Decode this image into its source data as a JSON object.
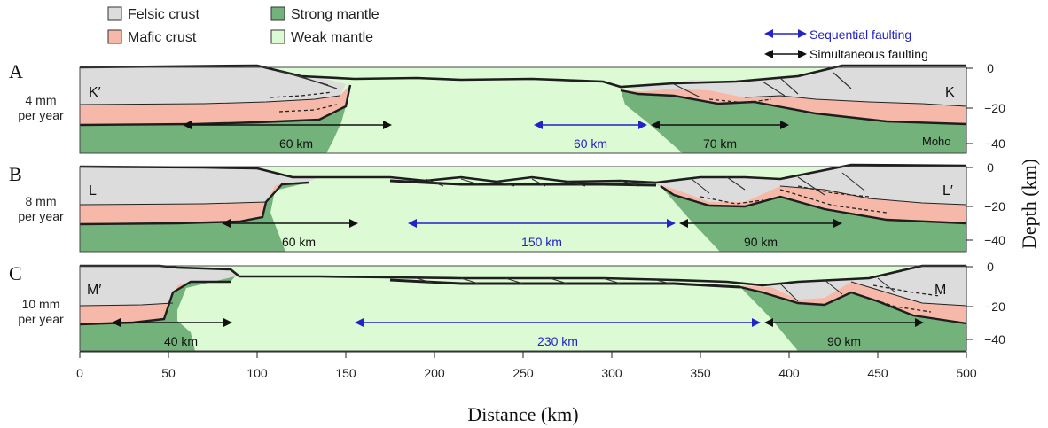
{
  "legend": {
    "felsic": "Felsic crust",
    "mafic": "Mafic crust",
    "strong": "Strong mantle",
    "weak": "Weak mantle",
    "sequential": "Sequential faulting",
    "simultaneous": "Simultaneous faulting"
  },
  "colors": {
    "felsic": "#dcdcdc",
    "mafic": "#f6b8a8",
    "strong": "#73b27a",
    "weak": "#dcfad4",
    "sequential_arrow": "#2323c8",
    "simultaneous_arrow": "#111111",
    "dark_band": "#1e1e1e"
  },
  "panels": [
    {
      "letter": "A",
      "rate": [
        "4 mm",
        "per year"
      ],
      "left_label": "K′",
      "right_label": "K",
      "moho_label": "Moho",
      "measures": [
        {
          "text": "60 km",
          "from": 58,
          "to": 176,
          "kind": "simultaneous"
        },
        {
          "text": "60 km",
          "from": 256,
          "to": 320,
          "kind": "sequential"
        },
        {
          "text": "70 km",
          "from": 322,
          "to": 400,
          "kind": "simultaneous"
        }
      ]
    },
    {
      "letter": "B",
      "rate": [
        "8 mm",
        "per year"
      ],
      "left_label": "L",
      "right_label": "L′",
      "moho_label": "",
      "measures": [
        {
          "text": "60 km",
          "from": 80,
          "to": 157,
          "kind": "simultaneous"
        },
        {
          "text": "150 km",
          "from": 185,
          "to": 336,
          "kind": "sequential"
        },
        {
          "text": "90 km",
          "from": 338,
          "to": 430,
          "kind": "simultaneous"
        }
      ]
    },
    {
      "letter": "C",
      "rate": [
        "10 mm",
        "per year"
      ],
      "left_label": "M′",
      "right_label": "M",
      "moho_label": "",
      "measures": [
        {
          "text": "40 km",
          "from": 18,
          "to": 86,
          "kind": "simultaneous"
        },
        {
          "text": "230 km",
          "from": 155,
          "to": 384,
          "kind": "sequential"
        },
        {
          "text": "90 km",
          "from": 386,
          "to": 476,
          "kind": "simultaneous"
        }
      ]
    }
  ],
  "axes": {
    "x_label": "Distance (km)",
    "x_ticks": [
      0,
      50,
      100,
      150,
      200,
      250,
      300,
      350,
      400,
      450,
      500
    ],
    "x_range": [
      0,
      500
    ],
    "y_label": "Depth (km)",
    "y_ticks": [
      "0",
      "−20",
      "−40"
    ]
  }
}
